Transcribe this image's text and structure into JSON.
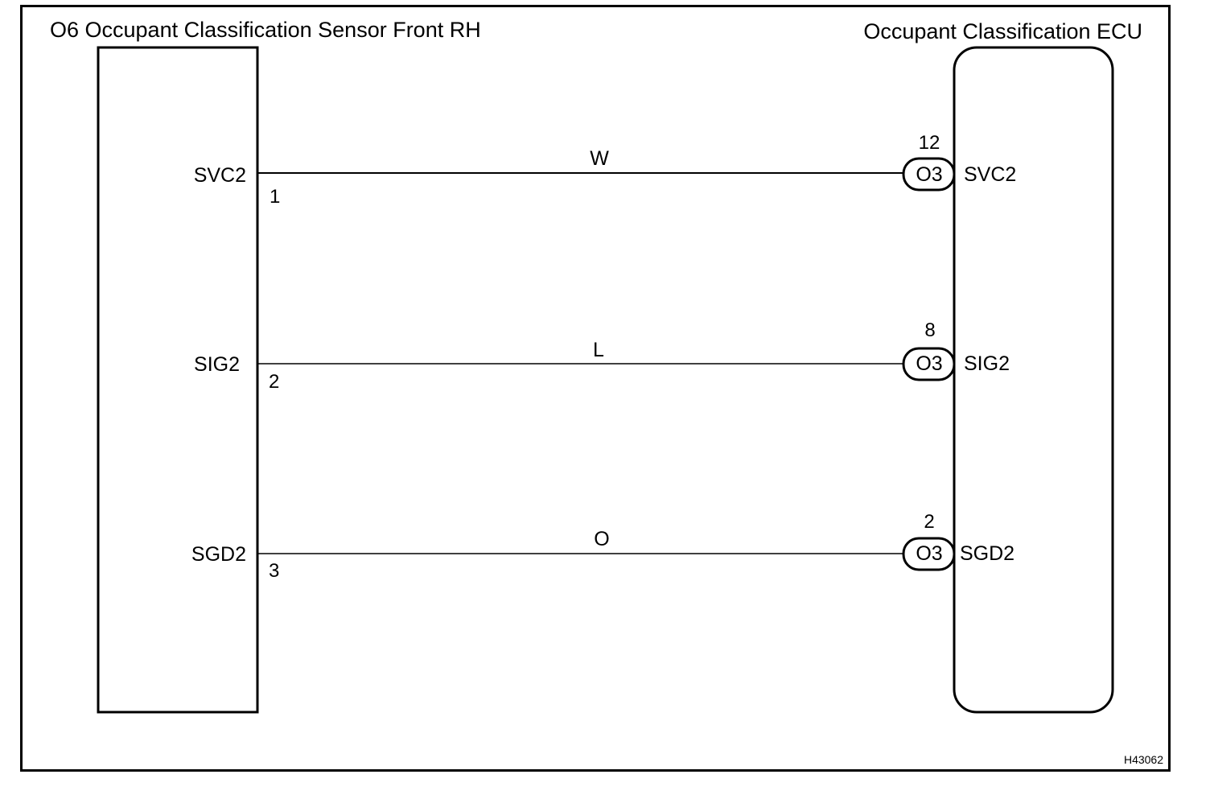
{
  "left_component": {
    "title": "O6 Occupant Classification Sensor Front RH",
    "pins": [
      {
        "name": "SVC2",
        "number": "1"
      },
      {
        "name": "SIG2",
        "number": "2"
      },
      {
        "name": "SGD2",
        "number": "3"
      }
    ]
  },
  "right_component": {
    "title": "Occupant Classification ECU",
    "pins": [
      {
        "name": "SVC2",
        "number": "12",
        "connector": "O3"
      },
      {
        "name": "SIG2",
        "number": "8",
        "connector": "O3"
      },
      {
        "name": "SGD2",
        "number": "2",
        "connector": "O3"
      }
    ]
  },
  "wires": [
    {
      "color_code": "W"
    },
    {
      "color_code": "L"
    },
    {
      "color_code": "O"
    }
  ],
  "figure_id": "H43062"
}
